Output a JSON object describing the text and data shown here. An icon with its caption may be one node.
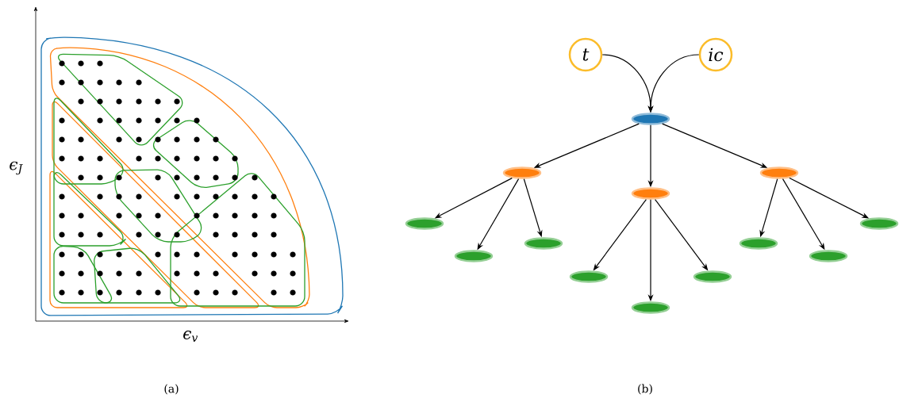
{
  "diagram": {
    "nodes": [
      {
        "text": [
          "t"
        ]
      },
      {
        "text": [
          "ic"
        ]
      },
      {
        "text": [],
        "shape": "ellipse"
      },
      {
        "text": [],
        "shape": "ellipse"
      },
      {
        "text": [],
        "shape": "ellipse"
      },
      {
        "text": [],
        "shape": "ellipse"
      },
      {
        "text": [],
        "shape": "ellipse"
      },
      {
        "text": [],
        "shape": "ellipse"
      },
      {
        "text": [],
        "shape": "ellipse"
      },
      {
        "text": [],
        "shape": "ellipse"
      },
      {
        "text": [],
        "shape": "ellipse"
      },
      {
        "text": [],
        "shape": "ellipse"
      },
      {
        "text": [],
        "shape": "ellipse"
      },
      {
        "text": [],
        "shape": "ellipse"
      },
      {
        "text": [],
        "shape": "ellipse"
      }
    ],
    "edges": [
      {
        "from": 0,
        "to": 2,
        "arrow": "to"
      },
      {
        "from": 1,
        "to": 2,
        "arrow": "to"
      },
      {
        "from": 2,
        "to": 3,
        "arrow": "to"
      },
      {
        "from": 2,
        "to": 4,
        "arrow": "to"
      },
      {
        "from": 2,
        "to": 5,
        "arrow": "to"
      },
      {
        "from": 3,
        "to": 6,
        "arrow": "to"
      },
      {
        "from": 3,
        "to": 7,
        "arrow": "to"
      },
      {
        "from": 3,
        "to": 8,
        "arrow": "to"
      },
      {
        "from": 4,
        "to": 9,
        "arrow": "to"
      },
      {
        "from": 4,
        "to": 10,
        "arrow": "to"
      },
      {
        "from": 4,
        "to": 11,
        "arrow": "to"
      },
      {
        "from": 5,
        "to": 12,
        "arrow": "to"
      },
      {
        "from": 5,
        "to": 13,
        "arrow": "to"
      },
      {
        "from": 5,
        "to": 14,
        "arrow": "to"
      }
    ],
    "labels": [
      "ϵ$_{J}$",
      "ϵ$_{v}$",
      "(a)",
      "(b)"
    ]
  }
}
